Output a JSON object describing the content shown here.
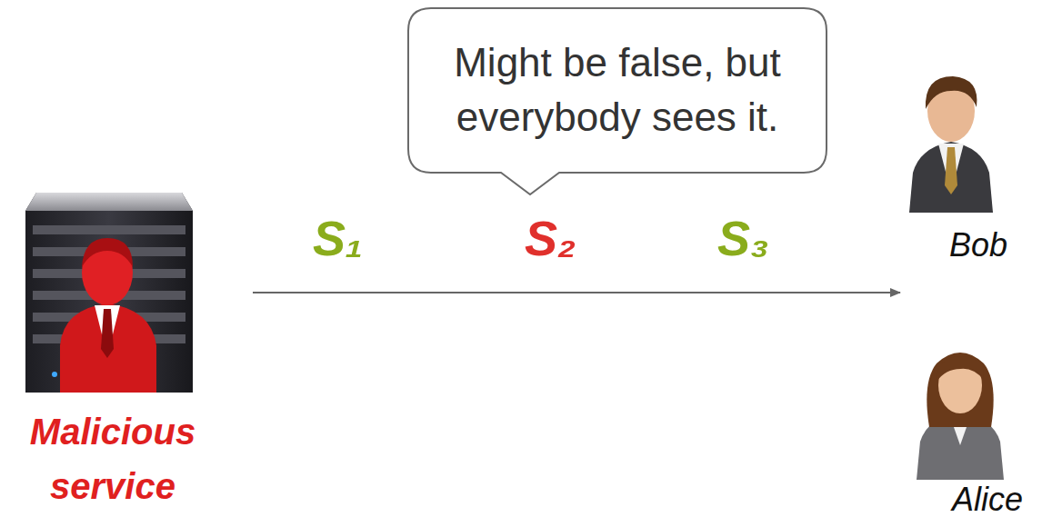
{
  "diagram": {
    "nodes": [
      {
        "text": [
          "Might be false, but everybody sees it."
        ]
      }
    ],
    "labels": [
      "Malicious service",
      "S₁",
      "S₂",
      "S₃",
      "Bob",
      "Alice"
    ]
  }
}
